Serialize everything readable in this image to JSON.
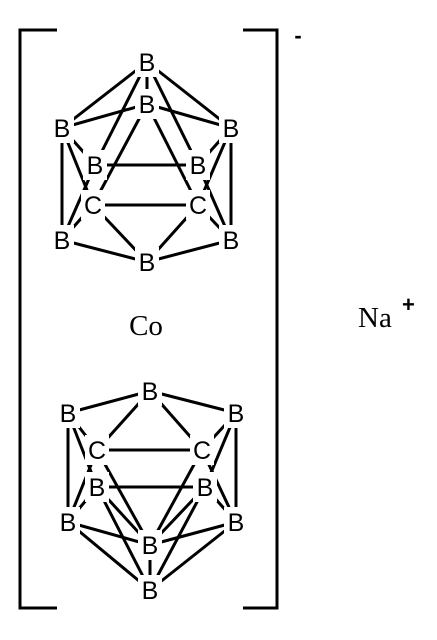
{
  "complex": {
    "charge": "-",
    "metal": "Co"
  },
  "counterion": {
    "symbol": "Na",
    "charge": "+"
  },
  "atoms": {
    "top_apex": "B",
    "top_inner": "B",
    "top_upper_left": "B",
    "top_upper_right": "B",
    "top_mid_left": "B",
    "top_mid_right": "B",
    "top_carbon_left": "C",
    "top_carbon_right": "C",
    "top_lower_left": "B",
    "top_lower_right": "B",
    "top_bottom": "B",
    "bot_top": "B",
    "bot_upper_left": "B",
    "bot_upper_right": "B",
    "bot_carbon_left": "C",
    "bot_carbon_right": "C",
    "bot_mid_left": "B",
    "bot_mid_right": "B",
    "bot_lower_left": "B",
    "bot_lower_right": "B",
    "bot_inner": "B",
    "bot_apex": "B"
  }
}
